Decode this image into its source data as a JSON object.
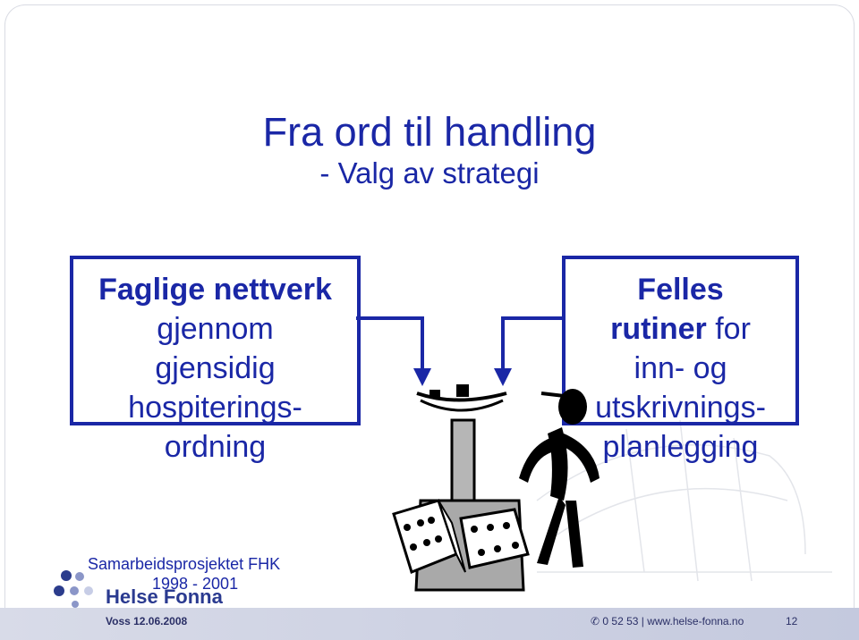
{
  "title": {
    "line1": "Fra ord til handling",
    "line2": "- Valg av strategi"
  },
  "left_box": {
    "line1": "Faglige nettverk",
    "line2": "gjennom",
    "line3": "gjensidig",
    "line4": "hospiterings-",
    "line5": "ordning"
  },
  "right_box": {
    "line1": "Felles",
    "line2_bold": "rutiner",
    "line2_rest": " for",
    "line3": "inn- og",
    "line4": "utskrivnings-",
    "line5": "planlegging"
  },
  "project": {
    "line1": "Samarbeidsprosjektet FHK",
    "line2": "1998 - 2001"
  },
  "logo": {
    "text": "Helse Fonna"
  },
  "footer": {
    "date": "Voss 12.06.2008",
    "contact": "✆  0 52 53  |  www.helse-fonna.no",
    "page": "12"
  },
  "colors": {
    "accent": "#1a27a6",
    "footer": "#c4c9de"
  },
  "icons": [
    "phone-icon",
    "scale-illustration",
    "dice-illustration",
    "person-illustration",
    "arrow-icon"
  ]
}
